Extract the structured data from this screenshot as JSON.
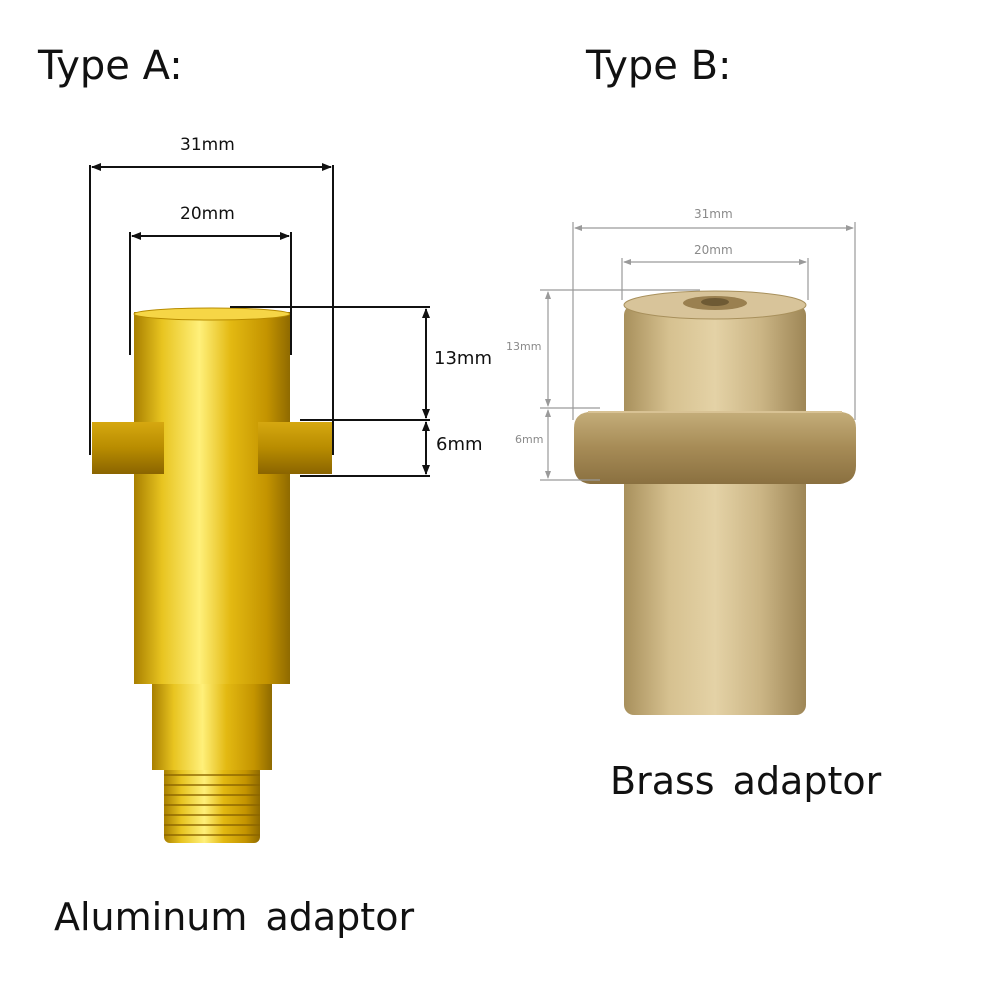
{
  "type_a": {
    "title": "Type A:",
    "caption": "Aluminum  adaptor",
    "dims": {
      "overall_width": "31mm",
      "body_width": "20mm",
      "top_height": "13mm",
      "lug_height": "6mm"
    }
  },
  "type_b": {
    "title": "Type B:",
    "caption": "Brass  adaptor",
    "dims": {
      "overall_width": "31mm",
      "body_width": "20mm",
      "top_height": "13mm",
      "lug_height": "6mm"
    }
  },
  "colors": {
    "aluminum_gold": "#e2b912",
    "brass": "#c8b07e",
    "dimension_line_dark": "#111111",
    "dimension_line_light": "#9a9a9a"
  }
}
